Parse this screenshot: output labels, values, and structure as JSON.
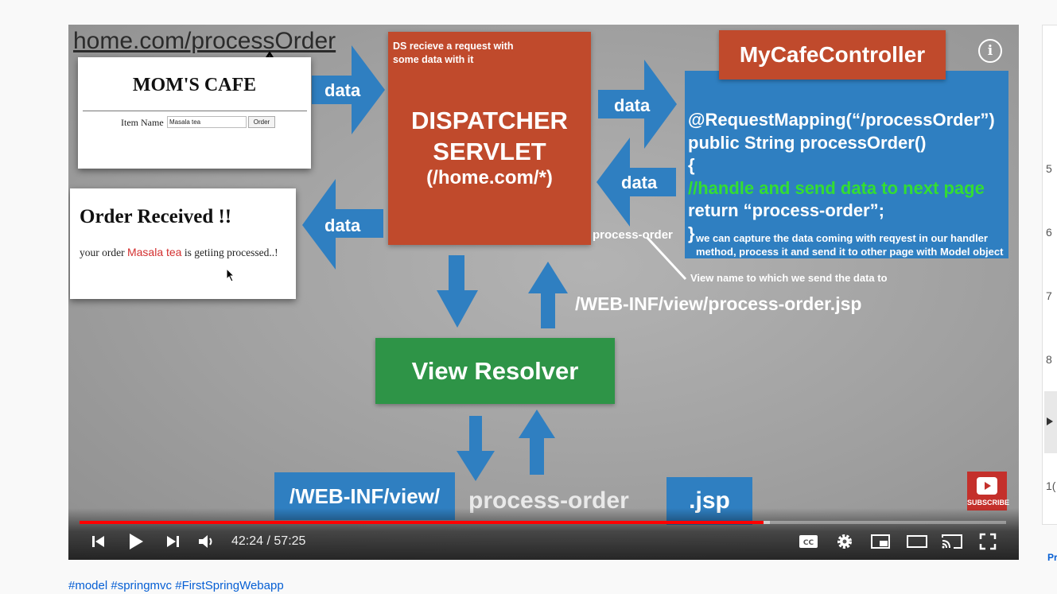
{
  "video": {
    "url_overlay": "home.com/processOrder",
    "form_card": {
      "title": "MOM'S CAFE",
      "item_label": "Item Name",
      "item_value": "Masala tea",
      "button_label": "Order"
    },
    "received_card": {
      "title": "Order Received !!",
      "text_before": "your order ",
      "text_highlight": "Masala tea",
      "text_after": " is getiing processed..!"
    },
    "dispatcher": {
      "note_line1": "DS recieve a request with",
      "note_line2": "some data with it",
      "title_line1": "DISPATCHER",
      "title_line2": "SERVLET",
      "subtitle": "(/home.com/*)"
    },
    "controller": {
      "title": "MyCafeController",
      "code": [
        "@RequestMapping(“/processOrder”)",
        "public String processOrder()",
        "{",
        "//handle and send data to next page",
        "return “process-order”;",
        "}"
      ],
      "note_line1": "we can capture the data coming with reqyest in our handler",
      "note_line2": "method, process it and send it to other page with Model object"
    },
    "arrow_labels": {
      "form_to_ds": "data",
      "ds_to_controller": "data",
      "controller_to_ds": "data",
      "ds_to_received": "data"
    },
    "process_order_label": "process-order",
    "view_name_note": "View name to which we send the data to",
    "jsp_path": "/WEB-INF/view/process-order.jsp",
    "view_resolver": "View Resolver",
    "prefix": "/WEB-INF/view/",
    "view_name": "process-order",
    "suffix": ".jsp",
    "subscribe_label": "SUBSCRIBE",
    "info_label": "i"
  },
  "player": {
    "current_time": "42:24",
    "separator": " / ",
    "duration": "57:25",
    "progress_fraction": 0.738,
    "buffered_fraction": 0.745,
    "icons": [
      "previous-icon",
      "play-icon",
      "next-icon",
      "volume-icon",
      "captions-icon",
      "settings-icon",
      "miniplayer-icon",
      "theater-icon",
      "cast-icon",
      "fullscreen-icon"
    ]
  },
  "description": {
    "hashtags": "#model #springmvc #FirstSpringWebapp"
  },
  "side_panel": {
    "numbers": [
      "5",
      "6",
      "7",
      "8",
      "1("
    ],
    "footer_text": "Pr"
  },
  "colors": {
    "progress": "#ff0000",
    "ds_orange": "#c04a2c",
    "controller_blue": "#2f7fc1",
    "resolver_green": "#2e9447",
    "code_green": "#33dd33",
    "hashtag_blue": "#065fd4"
  }
}
